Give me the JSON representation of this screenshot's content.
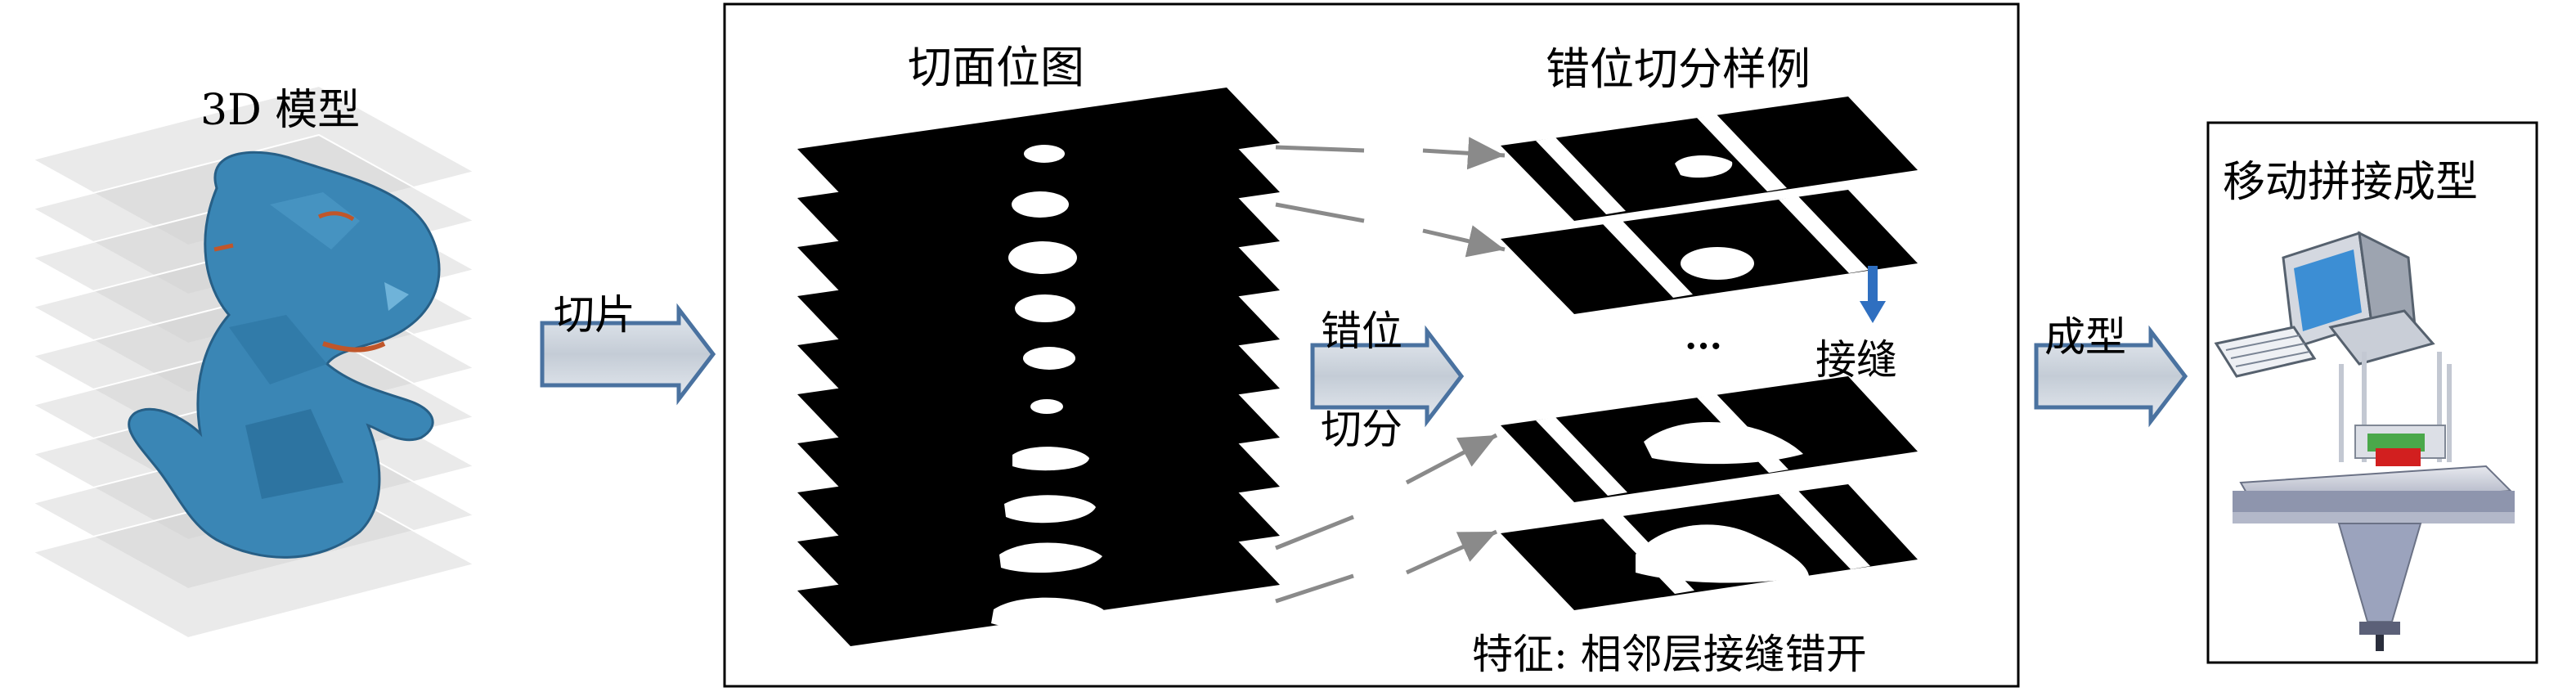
{
  "model": {
    "label": "3D 模型"
  },
  "arrows": {
    "slice_label": "切片",
    "stagger_label_1": "错位",
    "stagger_label_2": "切分",
    "form_label": "成型"
  },
  "center_panel": {
    "left_title": "切面位图",
    "right_title": "错位切分样例",
    "ellipsis": "···",
    "seam_label": "接缝",
    "feature_text": "特征: 相邻层接缝错开"
  },
  "right_panel": {
    "title": "移动拼接成型"
  },
  "colors": {
    "model_blue": "#3a86b5",
    "model_dark": "#275f86",
    "layer_gray": "#c8c8c8",
    "slice_black": "#000000",
    "arrow_fill": "#c9d3dd",
    "arrow_stroke": "#4a72a0",
    "seam_arrow": "#2f6fc0",
    "connector_gray": "#8a8a8a"
  }
}
